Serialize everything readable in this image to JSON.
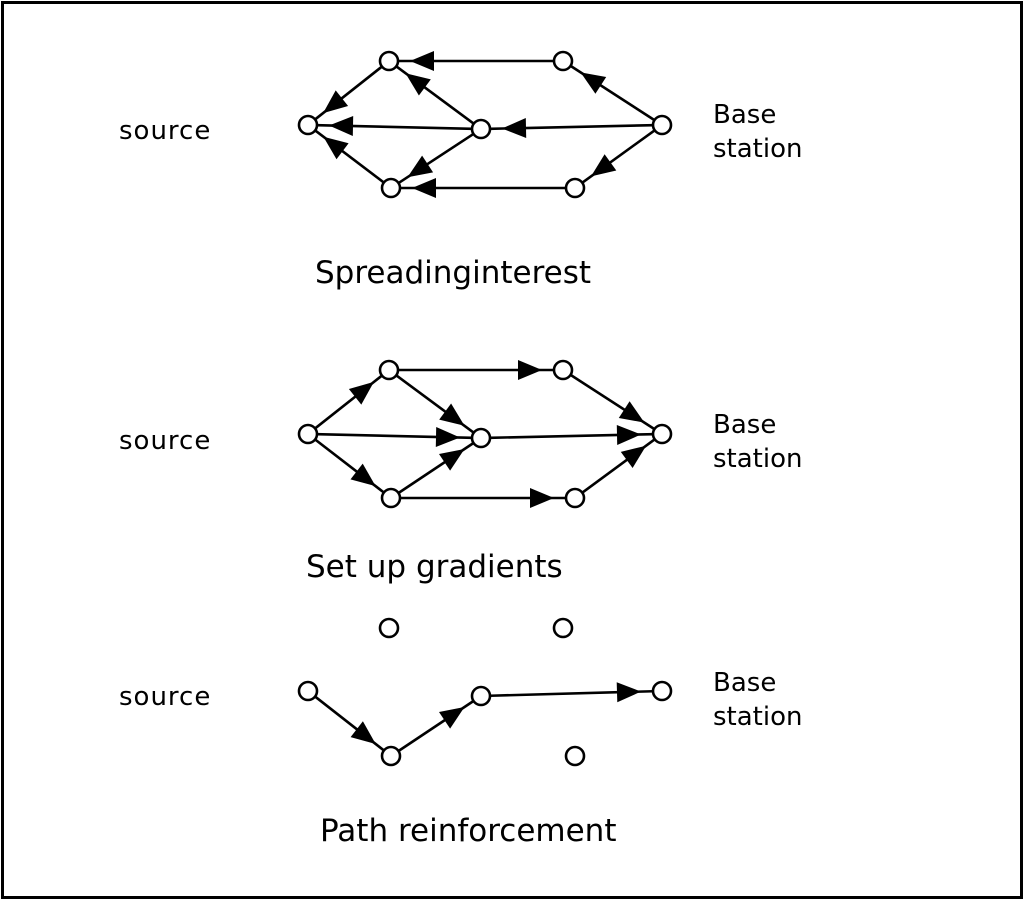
{
  "panels": [
    {
      "name": "spreading-interest",
      "source_label": "source",
      "base_label": [
        "Base",
        "station"
      ],
      "caption": "Spreadinginterest"
    },
    {
      "name": "set-up-gradients",
      "source_label": "source",
      "base_label": [
        "Base",
        "station"
      ],
      "caption": "Set up gradients"
    },
    {
      "name": "path-reinforcement",
      "source_label": "source",
      "base_label": [
        "Base",
        "station"
      ],
      "caption": "Path reinforcement"
    }
  ],
  "colors": {
    "line": "#000000",
    "node_fill": "#ffffff",
    "background": "#ffffff"
  }
}
